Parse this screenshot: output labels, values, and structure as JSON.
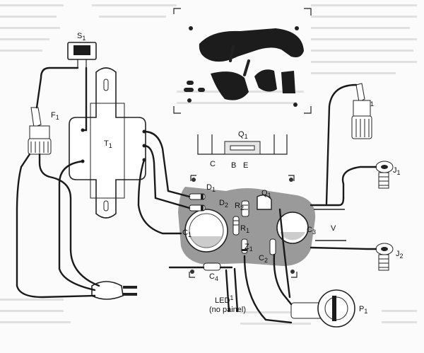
{
  "labels": {
    "s1": "S",
    "s1_sub": "1",
    "f1": "F",
    "f1_sub": "1",
    "t1": "T",
    "t1_sub": "1",
    "q1_top": "Q",
    "q1_top_sub": "1",
    "c_pin": "C",
    "b_pin": "B",
    "e_pin": "E",
    "d1": "D",
    "d1_sub": "1",
    "d2": "D",
    "d2_sub": "2",
    "r2": "R",
    "r2_sub": "2",
    "q1_board": "Q",
    "q1_board_sub": "1",
    "r1": "R",
    "r1_sub": "1",
    "c1": "C",
    "c1_sub": "1",
    "c3": "C",
    "c3_sub": "3",
    "v": "V",
    "z1": "Z",
    "z1_sub": "1",
    "c2": "C",
    "c2_sub": "2",
    "c4": "C",
    "c4_sub": "4",
    "f_right_sub": "1",
    "j1": "J",
    "j1_sub": "1",
    "j2": "J",
    "j2_sub": "2",
    "led": "LED",
    "led_sub": "1",
    "led_note": "(no painel)",
    "p1": "P",
    "p1_sub": "1"
  }
}
